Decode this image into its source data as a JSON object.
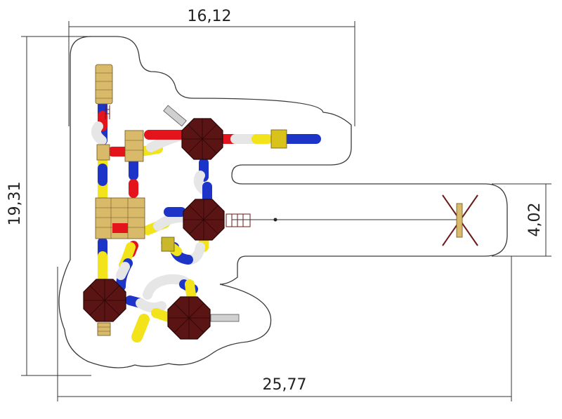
{
  "diagram": {
    "type": "playground-safety-zone-plan",
    "dimensions": {
      "top_width": "16,12",
      "left_height": "19,31",
      "right_height": "4,02",
      "bottom_width": "25,77"
    },
    "colors": {
      "outline": "#3a3a3a",
      "roof": "#5a1414",
      "deck": "#d9b96a",
      "tube_yellow": "#f2e31a",
      "tube_blue": "#1d34c9",
      "tube_red": "#e3141b",
      "tube_white": "#e6e6e6"
    }
  }
}
